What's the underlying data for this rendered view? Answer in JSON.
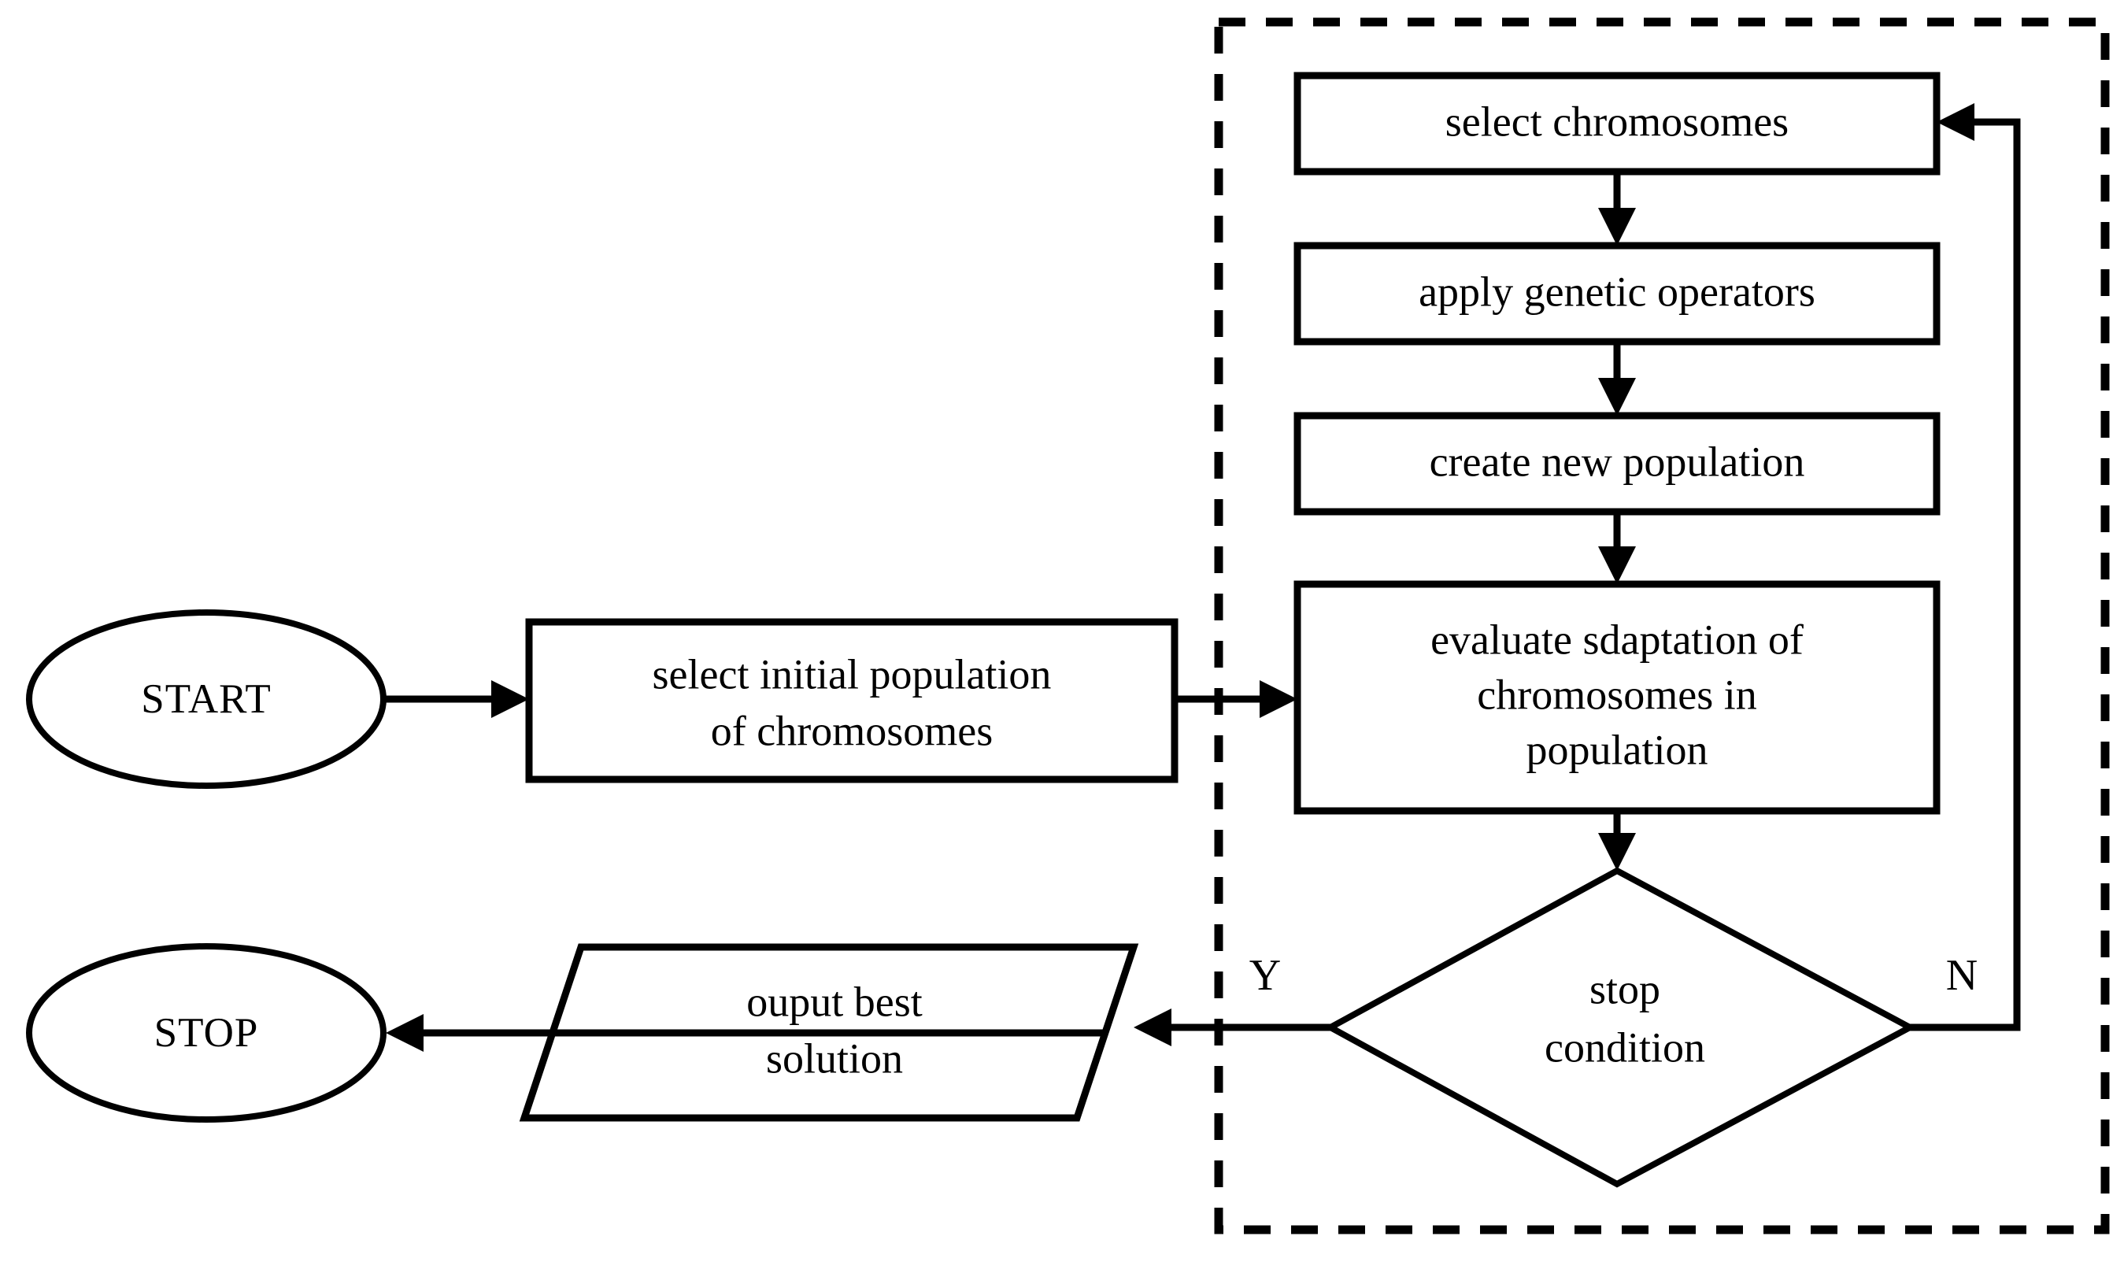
{
  "diagram": {
    "title": "genetic-algorithm-flowchart",
    "type": "flowchart",
    "background_color": "#ffffff",
    "stroke_color": "#000000"
  },
  "nodes": {
    "start": {
      "label": "START",
      "shape": "ellipse"
    },
    "select_initial": {
      "label_line1": "select initial population",
      "label_line2": "of chromosomes",
      "shape": "rectangle"
    },
    "select_chromosomes": {
      "label": "select chromosomes",
      "shape": "rectangle"
    },
    "apply_operators": {
      "label": "apply genetic operators",
      "shape": "rectangle"
    },
    "create_population": {
      "label": "create new population",
      "shape": "rectangle"
    },
    "evaluate": {
      "label_line1": "evaluate sdaptation of",
      "label_line2": "chromosomes in",
      "label_line3": "population",
      "shape": "rectangle"
    },
    "stop_condition": {
      "label_line1": "stop",
      "label_line2": "condition",
      "shape": "diamond"
    },
    "output_best": {
      "label_line1": "ouput best",
      "label_line2": "solution",
      "shape": "parallelogram"
    },
    "stop": {
      "label": "STOP",
      "shape": "ellipse"
    }
  },
  "branch_labels": {
    "yes": "Y",
    "no": "N"
  },
  "region": {
    "name": "genetic-algorithm-loop-region",
    "border_style": "dashed"
  }
}
